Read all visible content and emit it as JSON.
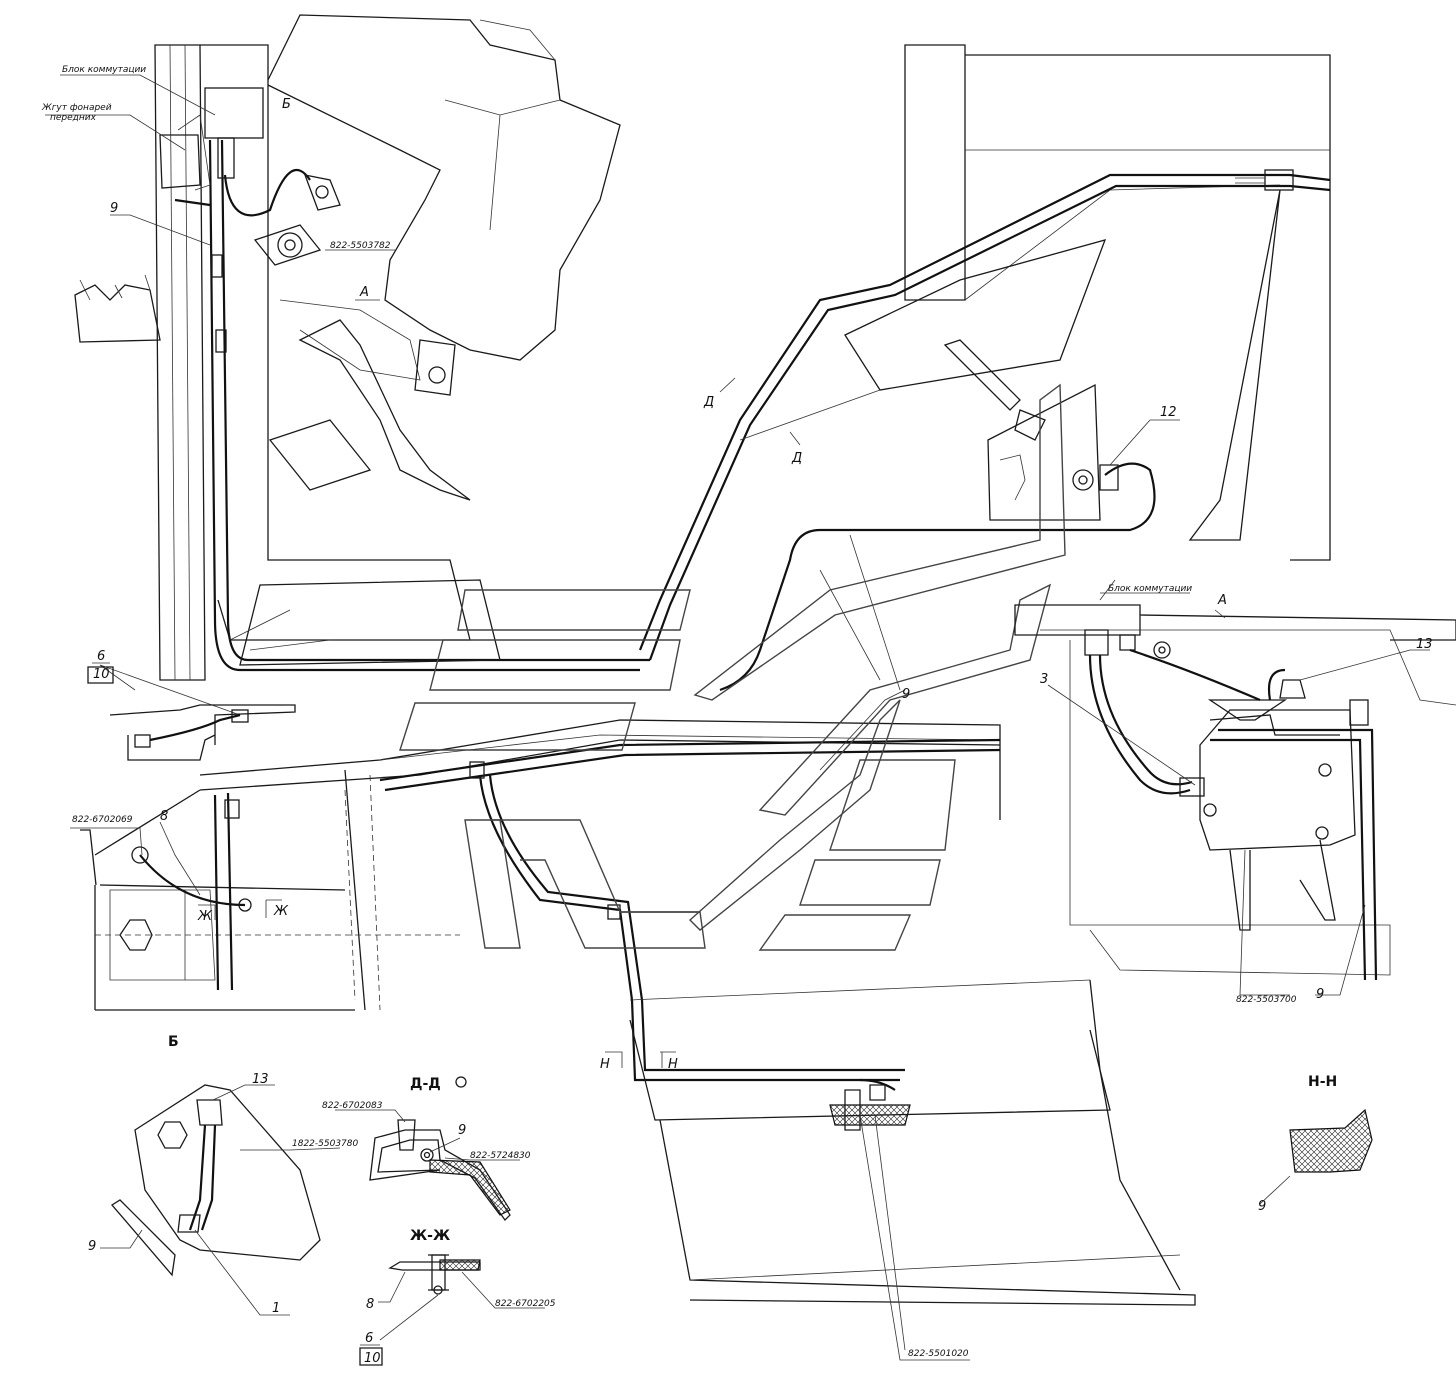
{
  "labels": {
    "blok_kommutacii_top": "Блок коммутации",
    "zhgut_line1": "Жгут фонарей",
    "zhgut_line2": "передних",
    "b_top": "Б",
    "a_top": "А",
    "part_5503782": "822-5503782",
    "num_9_left": "9",
    "d_arrow_1": "Д",
    "d_arrow_2": "Д",
    "num_12": "12",
    "blok_kommutacii_right": "Блок коммутации",
    "a_right": "А",
    "num_13_right": "13",
    "num_3": "3",
    "num_9_center": "9",
    "num_6_left": "6",
    "num_10_left": "10",
    "part_6702069": "822-6702069",
    "num_8_left": "8",
    "zh_mark_1": "Ж",
    "zh_mark_2": "Ж",
    "b_section_title": "Б",
    "part_5503700": "822-5503700",
    "num_9_right": "9",
    "n_mark_1": "Н",
    "n_mark_2": "Н",
    "dd_title": "Д-Д",
    "part_6702083": "822-6702083",
    "num_9_dd": "9",
    "part_5724830": "822-5724830",
    "num_13_b": "13",
    "part_5503780": "1822-5503780",
    "num_9_b": "9",
    "num_1": "1",
    "zhzh_title": "Ж-Ж",
    "num_8_zh": "8",
    "part_6702205": "822-6702205",
    "num_6_zh": "6",
    "num_10_zh": "10",
    "part_5501020": "822-5501020",
    "nn_title": "Н-Н",
    "num_9_nn": "9"
  }
}
